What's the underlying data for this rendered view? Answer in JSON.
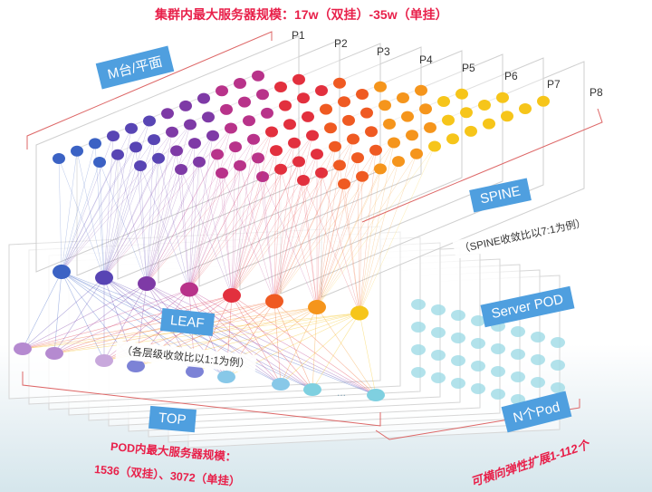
{
  "title": "集群内最大服务器规模：17w（双挂）-35w（单挂）",
  "plane_tag": "M台/平面",
  "planes": [
    "P1",
    "P2",
    "P3",
    "P4",
    "P5",
    "P6",
    "P7",
    "P8"
  ],
  "spine_tag": "SPINE",
  "spine_note": "（SPINE收敛比以7:1为例）",
  "leaf_tag": "LEAF",
  "leaf_note": "（各层级收敛比以1:1为例）",
  "server_pod_tag": "Server POD",
  "top_tag": "TOP",
  "pod_scale_line1": "POD内最大服务器规模：",
  "pod_scale_line2": "1536（双挂）、3072（单挂）",
  "n_pod_tag": "N个Pod",
  "elastic_note": "可横向弹性扩展1-112个",
  "ellipsis": "...",
  "colors": {
    "accent_red": "#e8204a",
    "tag_blue": "#4f9fdf",
    "plane_colors": [
      "#3b62c4",
      "#5845b4",
      "#7e3aa6",
      "#b8338a",
      "#e2303e",
      "#ef5a22",
      "#f5951c",
      "#f6c51a"
    ]
  }
}
